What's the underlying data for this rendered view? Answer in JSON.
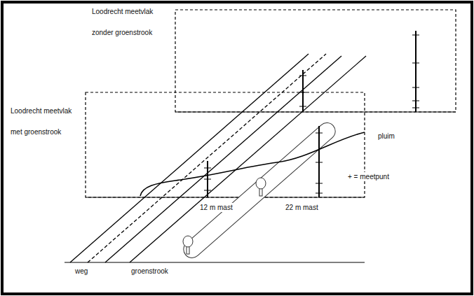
{
  "diagram": {
    "labels": [
      "Loodrecht meetvlak zonder groenstrook",
      "Loodrecht meetvlak met groenstrook",
      "pluim",
      "+ = meetpunt",
      "12 m mast",
      "22 m mast",
      "weg",
      "groenstrook"
    ]
  }
}
